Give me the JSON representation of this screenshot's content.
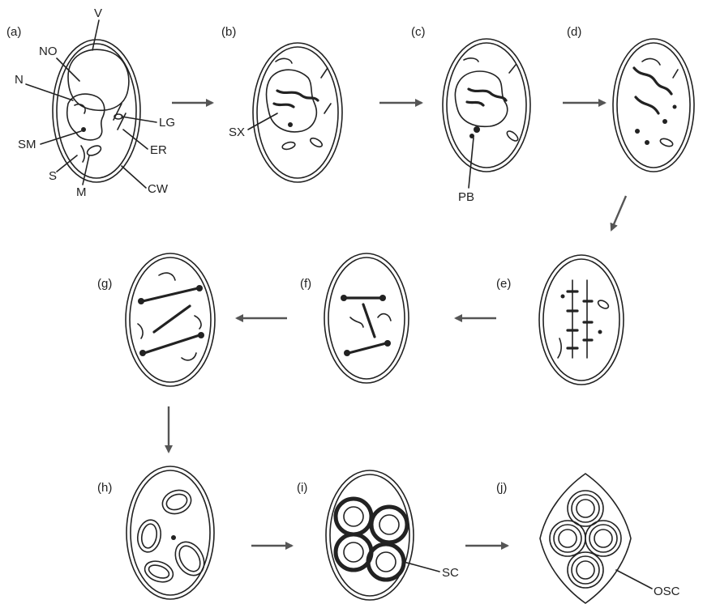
{
  "panels": [
    {
      "id": "a",
      "label": "(a)"
    },
    {
      "id": "b",
      "label": "(b)"
    },
    {
      "id": "c",
      "label": "(c)"
    },
    {
      "id": "d",
      "label": "(d)"
    },
    {
      "id": "e",
      "label": "(e)"
    },
    {
      "id": "f",
      "label": "(f)"
    },
    {
      "id": "g",
      "label": "(g)"
    },
    {
      "id": "h",
      "label": "(h)"
    },
    {
      "id": "i",
      "label": "(i)"
    },
    {
      "id": "j",
      "label": "(j)"
    }
  ],
  "annotations": {
    "V": "V",
    "NO": "NO",
    "N": "N",
    "SM": "SM",
    "S": "S",
    "M": "M",
    "LG": "LG",
    "ER": "ER",
    "CW": "CW",
    "SX": "SX",
    "PB": "PB",
    "SC": "SC",
    "OSC": "OSC"
  }
}
